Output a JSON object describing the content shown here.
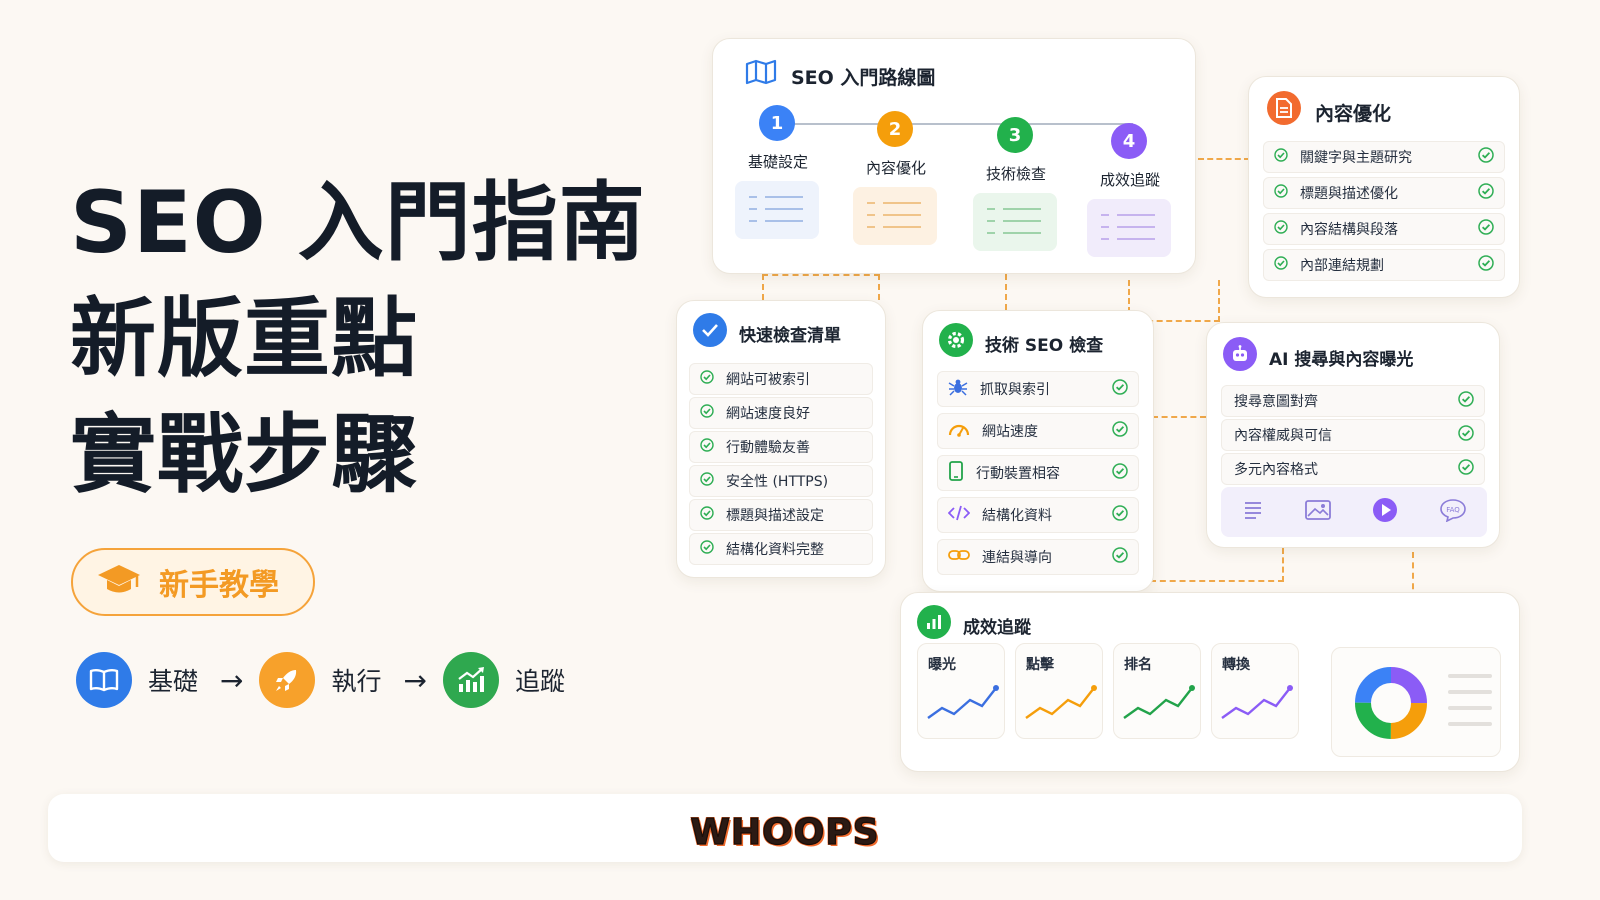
{
  "hero": {
    "line1": "SEO 入門指南",
    "line2": "新版重點",
    "line3": "實戰步驟",
    "badge": "新手教學",
    "steps": [
      "基礎",
      "執行",
      "追蹤"
    ],
    "arrow": "→"
  },
  "roadmap": {
    "title": "SEO 入門路線圖",
    "steps": [
      {
        "num": "1",
        "label": "基礎設定",
        "color": "#3b82f6"
      },
      {
        "num": "2",
        "label": "內容優化",
        "color": "#f59e0b"
      },
      {
        "num": "3",
        "label": "技術檢查",
        "color": "#22b14c"
      },
      {
        "num": "4",
        "label": "成效追蹤",
        "color": "#8b5cf6"
      }
    ]
  },
  "content_opt": {
    "title": "內容優化",
    "items": [
      "關鍵字與主題研究",
      "標題與描述優化",
      "內容結構與段落",
      "內部連結規劃"
    ]
  },
  "checklist": {
    "title": "快速檢查清單",
    "items": [
      "網站可被索引",
      "網站速度良好",
      "行動體驗友善",
      "安全性 (HTTPS)",
      "標題與描述設定",
      "結構化資料完整"
    ]
  },
  "tech": {
    "title": "技術 SEO 檢查",
    "items": [
      {
        "label": "抓取與索引",
        "icon": "spider-icon"
      },
      {
        "label": "網站速度",
        "icon": "speedometer-icon"
      },
      {
        "label": "行動裝置相容",
        "icon": "mobile-icon"
      },
      {
        "label": "結構化資料",
        "icon": "code-icon"
      },
      {
        "label": "連結與導向",
        "icon": "link-icon"
      }
    ]
  },
  "ai": {
    "title": "AI 搜尋與內容曝光",
    "items": [
      "搜尋意圖對齊",
      "內容權威與可信",
      "多元內容格式"
    ],
    "faq": "FAQ"
  },
  "tracking": {
    "title": "成效追蹤",
    "metrics": [
      {
        "label": "曝光",
        "color": "#3b6fe0"
      },
      {
        "label": "點擊",
        "color": "#f59e0b"
      },
      {
        "label": "排名",
        "color": "#22a34a"
      },
      {
        "label": "轉換",
        "color": "#8b5cf6"
      }
    ],
    "donut_colors": [
      "#3b82f6",
      "#8b5cf6",
      "#f59e0b",
      "#22b14c"
    ]
  },
  "footer": {
    "logo": "WHOOPS"
  }
}
